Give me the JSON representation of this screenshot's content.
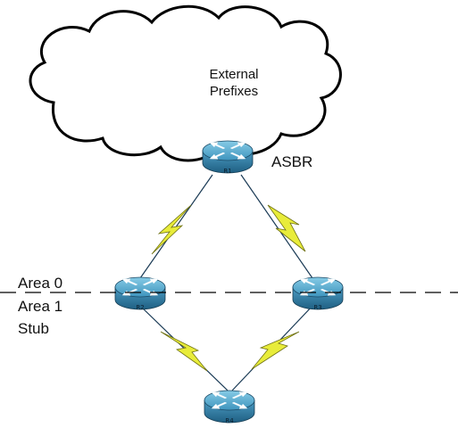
{
  "cloud": {
    "line1": "External",
    "line2": "Prefixes"
  },
  "labels": {
    "asbr": "ASBR",
    "area0": "Area 0",
    "area1": "Area 1",
    "stub": "Stub"
  },
  "routers": [
    {
      "id": "R1",
      "label": "R1"
    },
    {
      "id": "R2",
      "label": "R2"
    },
    {
      "id": "R3",
      "label": "R3"
    },
    {
      "id": "R4",
      "label": "R4"
    }
  ],
  "links": [
    {
      "from": "R1",
      "to": "R2",
      "type": "serial"
    },
    {
      "from": "R1",
      "to": "R3",
      "type": "serial"
    },
    {
      "from": "R2",
      "to": "R4",
      "type": "serial"
    },
    {
      "from": "R3",
      "to": "R4",
      "type": "serial"
    }
  ],
  "colors": {
    "router_body": "#3f8fb6",
    "router_top": "#5fb3d6",
    "serial_bolt": "#e8ec3a",
    "link_line": "#1a3a55",
    "boundary": "#000000"
  }
}
